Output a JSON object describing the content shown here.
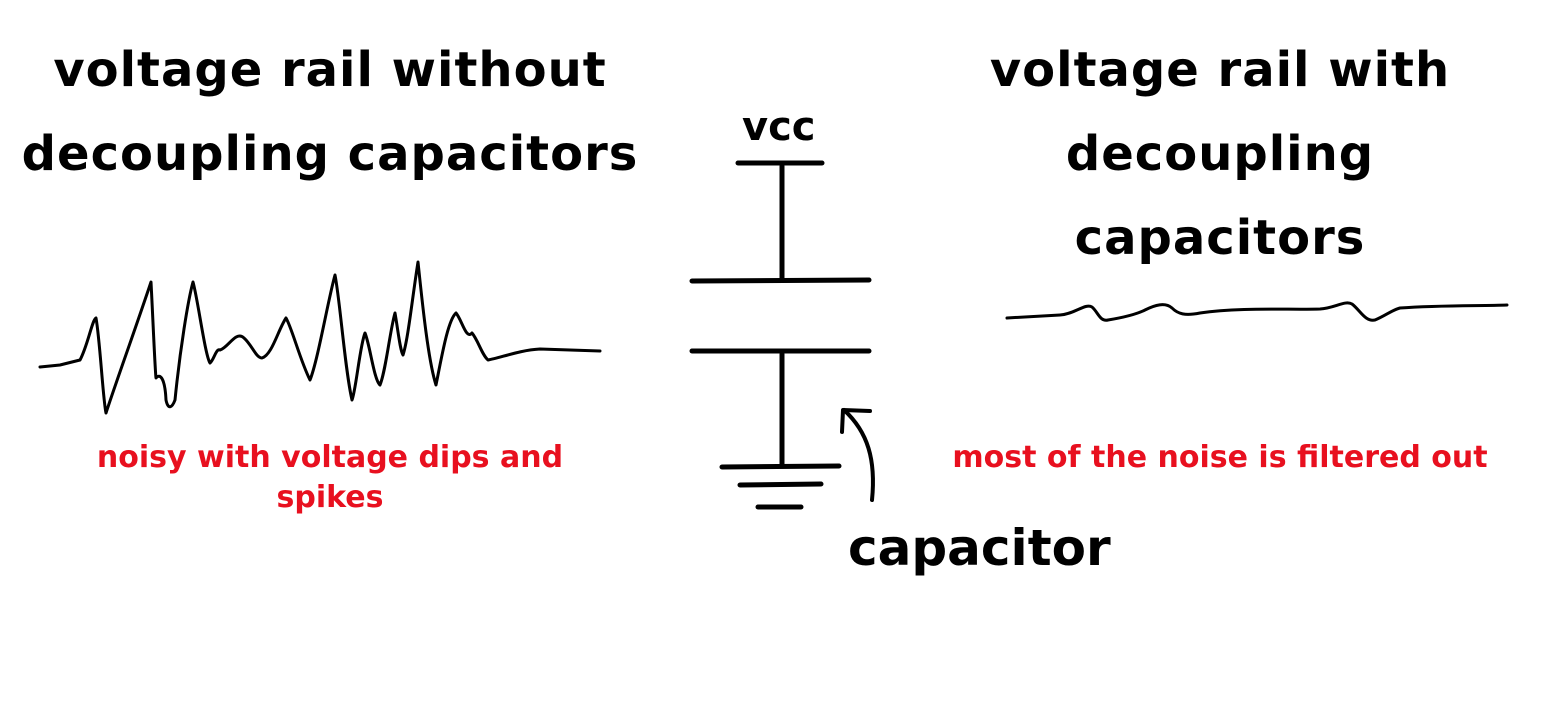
{
  "colors": {
    "ink": "#000000",
    "annotation": "#e8101f",
    "background": "#ffffff"
  },
  "left_panel": {
    "title_line1": "voltage rail without",
    "title_line2": "decoupling capacitors",
    "caption": "noisy with voltage dips and spikes"
  },
  "right_panel": {
    "title_line1": "voltage rail with",
    "title_line2": "decoupling capacitors",
    "caption": "most of the noise is filtered out"
  },
  "schematic": {
    "vcc_label": "vcc",
    "capacitor_label": "capacitor"
  }
}
